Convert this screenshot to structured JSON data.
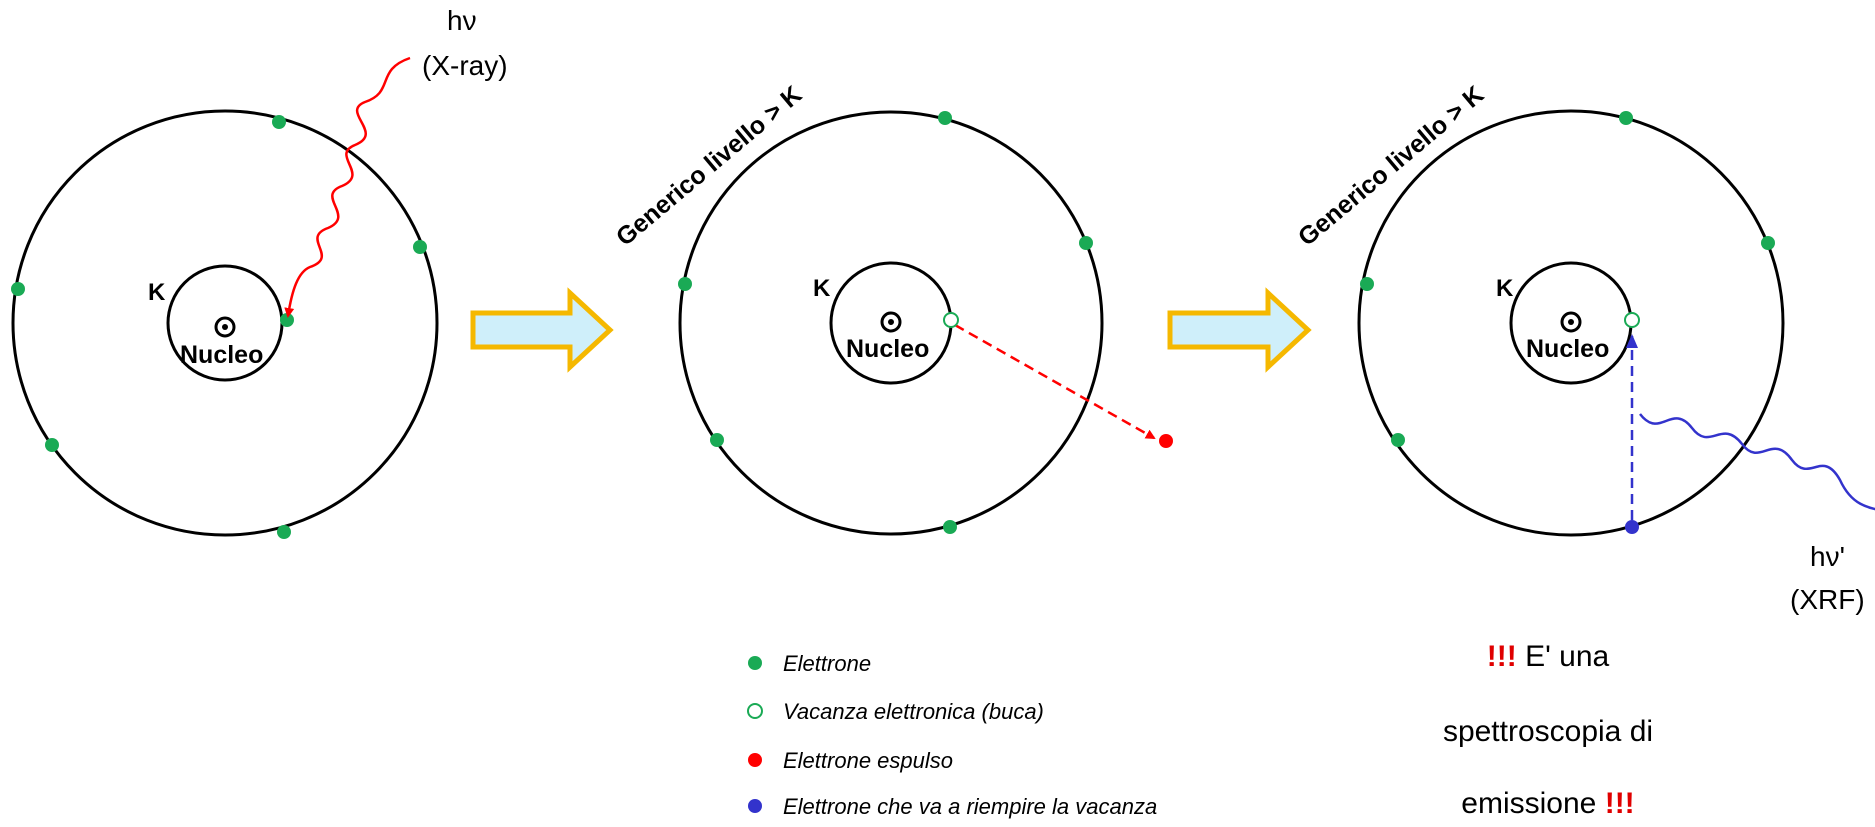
{
  "colors": {
    "orbit": "#000000",
    "electron": "#1aaa55",
    "ejected_electron": "#ff0000",
    "filling_electron": "#3333cc",
    "incident_photon": "#ff0000",
    "emitted_photon": "#3333cc",
    "arrow_fill": "#cfeffa",
    "arrow_stroke": "#f5b800",
    "highlight": "#e00000"
  },
  "stage1": {
    "k_label": "K",
    "nucleus_label": "Nucleo",
    "photon_label_1": "hν",
    "photon_label_2": "(X-ray)"
  },
  "stage2": {
    "k_label": "K",
    "nucleus_label": "Nucleo",
    "outer_level_label": "Generico livello > K"
  },
  "stage3": {
    "k_label": "K",
    "nucleus_label": "Nucleo",
    "outer_level_label": "Generico livello > K",
    "photon_label_1": "hν'",
    "photon_label_2": "(XRF)"
  },
  "legend": {
    "items": [
      {
        "icon": "filled-green-dot",
        "label": "Elettrone"
      },
      {
        "icon": "hollow-green-dot",
        "label": "Vacanza elettronica (buca)"
      },
      {
        "icon": "filled-red-dot",
        "label": "Elettrone espulso"
      },
      {
        "icon": "filled-blue-dot",
        "label": "Elettrone che va a riempire la vacanza"
      }
    ]
  },
  "note": {
    "prefix": "!!!",
    "line1": " E' una",
    "line2": "spettroscopia di",
    "line3": "emissione ",
    "suffix": "!!!"
  }
}
